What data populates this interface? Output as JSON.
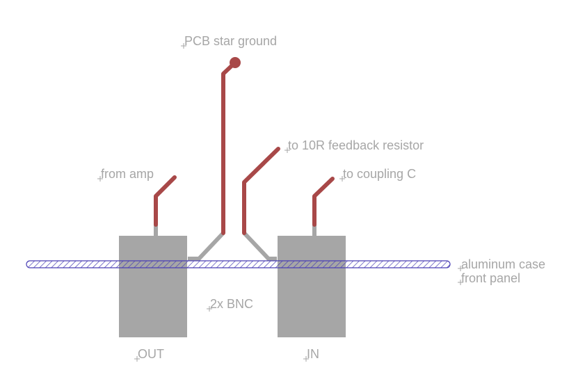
{
  "labels": {
    "pcb_ground": "PCB star ground",
    "feedback": "to 10R feedback resistor",
    "from_amp": "from amp",
    "coupling": "to coupling C",
    "case_line1": "aluminum case",
    "case_line2": "front panel",
    "bnc": "2x BNC",
    "out": "OUT",
    "in": "IN"
  },
  "colors": {
    "wire": "#a84848",
    "connector": "#a6a6a6",
    "panel_hatch": "#4a3fb5",
    "text": "#a6a6a6"
  }
}
